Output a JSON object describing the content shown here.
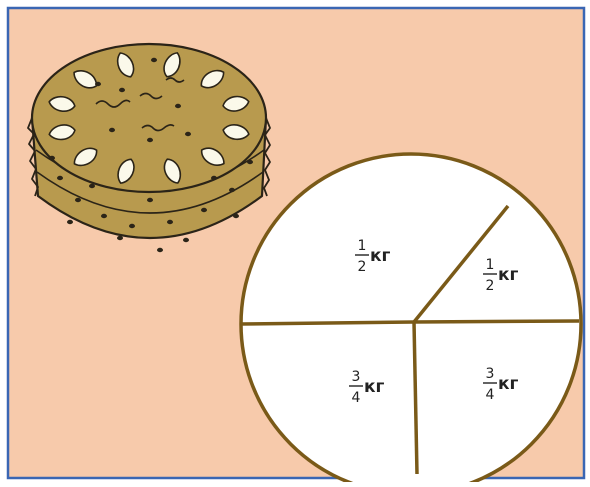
{
  "colors": {
    "panel_background": "#f7caab",
    "panel_border": "#3a66b3",
    "cake_fill": "#b89a4e",
    "cake_outline": "#2b2418",
    "nut_fill": "#fbf9ea",
    "circle_fill": "#ffffff",
    "circle_outline": "#7a5a18"
  },
  "illustration": {
    "name": "round-cake-with-nuts-icon"
  },
  "circle": {
    "segments": [
      {
        "numerator": "1",
        "denominator": "2",
        "unit": "кг"
      },
      {
        "numerator": "1",
        "denominator": "2",
        "unit": "кг"
      },
      {
        "numerator": "3",
        "denominator": "4",
        "unit": "кг"
      },
      {
        "numerator": "3",
        "denominator": "4",
        "unit": "кг"
      }
    ]
  }
}
